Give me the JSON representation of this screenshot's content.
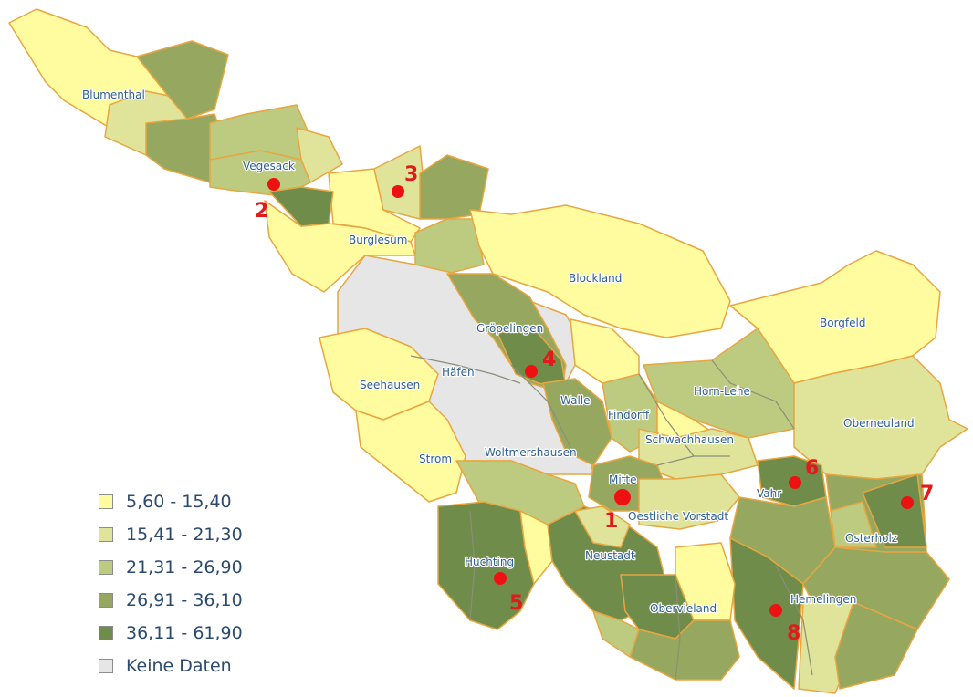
{
  "colors": {
    "c1": "#fffc9f",
    "c2": "#dfe49a",
    "c3": "#bccb7f",
    "c4": "#96a85f",
    "c5": "#6f8c4a",
    "nodata": "#e6e6e6",
    "border": "#e8a640",
    "label": "#2e5f8f",
    "marker": "#ee1111"
  },
  "legend": [
    {
      "label": "5,60 - 15,40",
      "color": "#fffc9f"
    },
    {
      "label": "15,41 - 21,30",
      "color": "#dfe49a"
    },
    {
      "label": "21,31 - 26,90",
      "color": "#bccb7f"
    },
    {
      "label": "26,91 - 36,10",
      "color": "#96a85f"
    },
    {
      "label": "36,11 - 61,90",
      "color": "#6f8c4a"
    },
    {
      "label": "Keine Daten",
      "color": "#e6e6e6"
    }
  ],
  "districts": [
    "Blumenthal",
    "Vegesack",
    "Burglesum",
    "Blockland",
    "Gröpelingen",
    "Borgfeld",
    "Häfen",
    "Seehausen",
    "Walle",
    "Horn-Lehe",
    "Findorff",
    "Oberneuland",
    "Schwachhausen",
    "Strom",
    "Woltmershausen",
    "Mitte",
    "Vahr",
    "Oestliche Vorstadt",
    "Osterholz",
    "Huchting",
    "Neustadt",
    "Hemelingen",
    "Obervieland"
  ],
  "markers": [
    "1",
    "2",
    "3",
    "4",
    "5",
    "6",
    "7",
    "8"
  ]
}
